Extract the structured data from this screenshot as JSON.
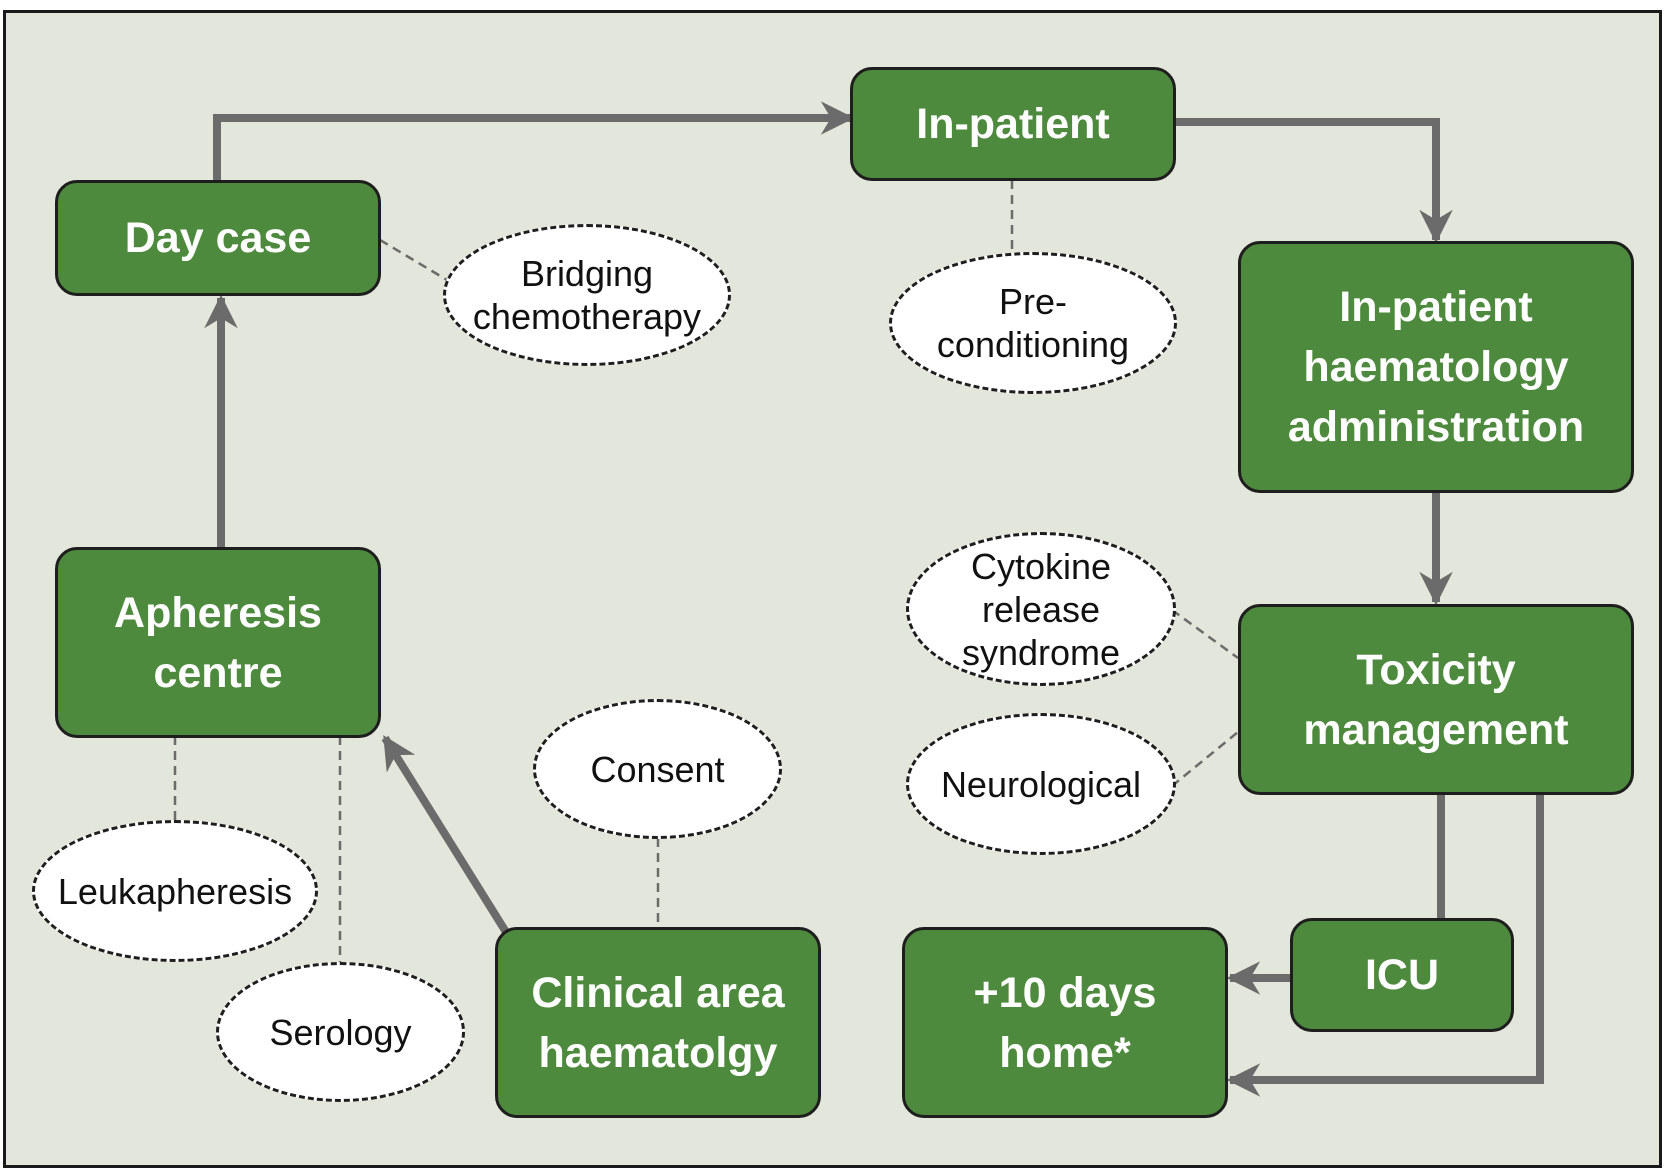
{
  "diagram": {
    "nodes": {
      "day_case": "Day case",
      "in_patient": "In-patient",
      "inpatient_haem_admin": [
        "In-patient",
        "haematology",
        "administration"
      ],
      "toxicity_management": [
        "Toxicity",
        "management"
      ],
      "icu": "ICU",
      "home": [
        "+10 days",
        "home*"
      ],
      "clinical_area": [
        "Clinical area",
        "haematolgy"
      ],
      "apheresis_centre": [
        "Apheresis",
        "centre"
      ]
    },
    "notes": {
      "bridging": [
        "Bridging",
        "chemotherapy"
      ],
      "preconditioning": [
        "Pre-",
        "conditioning"
      ],
      "cytokine": [
        "Cytokine",
        "release",
        "syndrome"
      ],
      "neurological": "Neurological",
      "consent": "Consent",
      "leukapheresis": "Leukapheresis",
      "serology": "Serology"
    },
    "colors": {
      "node_fill": "#4e8a3d",
      "background": "#e3e6da",
      "arrow": "#6b6b6b"
    }
  }
}
